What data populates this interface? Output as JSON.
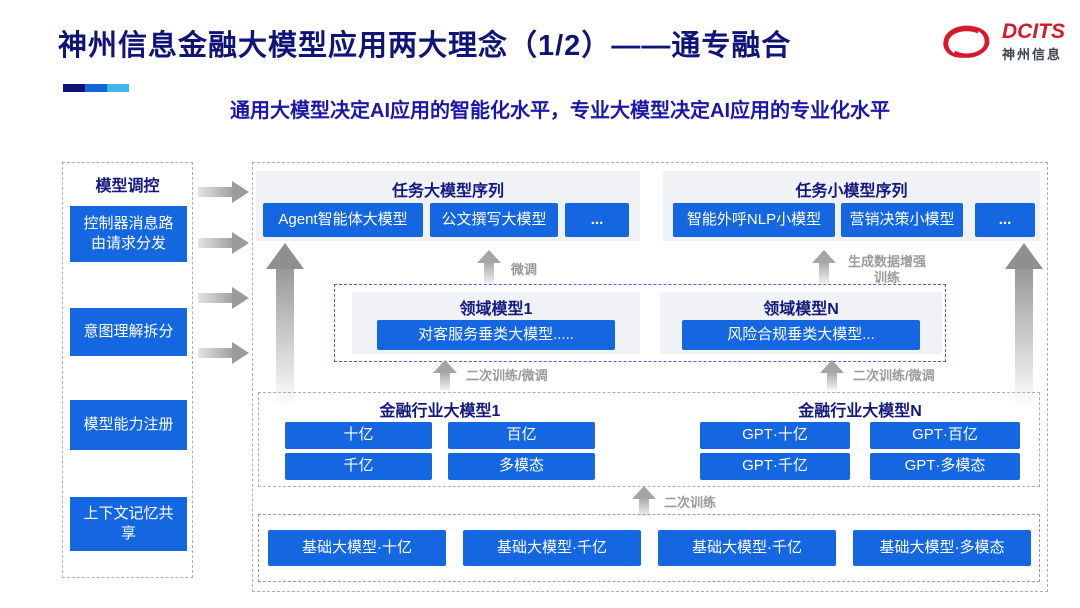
{
  "colors": {
    "accent_blue": "#1567E1",
    "title_navy": "#101478",
    "subtitle_blue": "#1D17A8",
    "logo_red": "#D7182A",
    "flow_label_gray": "#9A9A9A"
  },
  "header": {
    "title": "神州信息金融大模型应用两大理念（1/2）——通专融合",
    "subtitle": "通用大模型决定AI应用的智能化水平，专业大模型决定AI应用的专业化水平",
    "logo": {
      "brand": "DCITS",
      "brand_cn": "神州信息"
    }
  },
  "sidebar": {
    "title": "模型调控",
    "items": [
      {
        "label": "控制器消息路由请求分发"
      },
      {
        "label": "意图理解拆分"
      },
      {
        "label": "模型能力注册"
      },
      {
        "label": "上下文记忆共享"
      }
    ]
  },
  "flow_labels": {
    "finetune": "微调",
    "data_augment_training": "生成数据增强训练",
    "retrain_or_finetune": "二次训练/微调",
    "retrain": "二次训练"
  },
  "task_model_groups": [
    {
      "title": "任务大模型序列",
      "items": [
        "Agent智能体大模型",
        "公文撰写大模型",
        "..."
      ]
    },
    {
      "title": "任务小模型序列",
      "items": [
        "智能外呼NLP小模型",
        "营销决策小模型",
        "..."
      ]
    }
  ],
  "domain_model_groups": [
    {
      "title": "领域模型1",
      "item": "对客服务垂类大模型....."
    },
    {
      "title": "领域模型N",
      "item": "风险合规垂类大模型..."
    }
  ],
  "industry_model_groups": [
    {
      "title": "金融行业大模型1",
      "items": [
        "十亿",
        "百亿",
        "千亿",
        "多模态"
      ]
    },
    {
      "title": "金融行业大模型N",
      "items": [
        "GPT·十亿",
        "GPT·百亿",
        "GPT·千亿",
        "GPT·多模态"
      ]
    }
  ],
  "foundation_models": [
    "基础大模型·十亿",
    "基础大模型·千亿",
    "基础大模型·千亿",
    "基础大模型·多模态"
  ]
}
